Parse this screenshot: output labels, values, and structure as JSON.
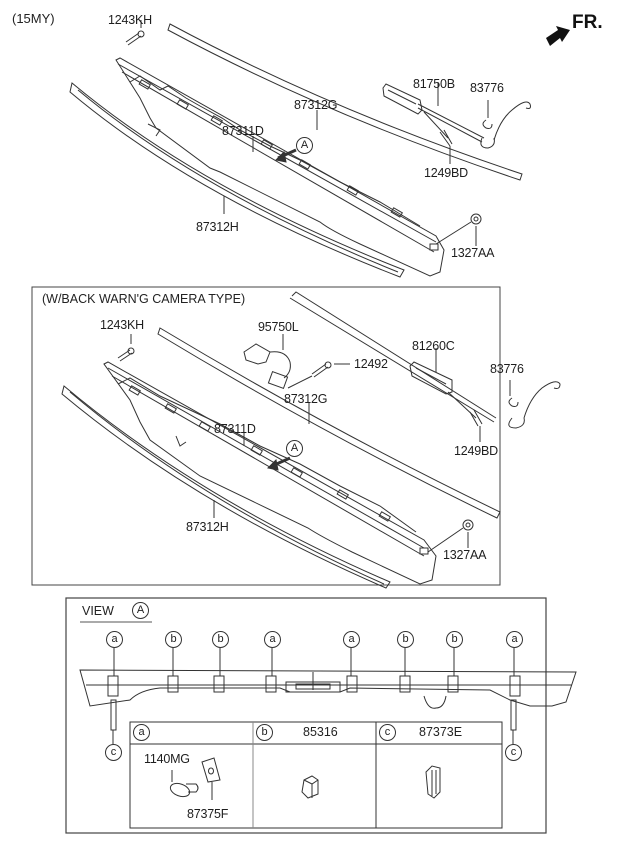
{
  "header": {
    "model_year": "(15MY)",
    "front_indicator": "FR."
  },
  "section_main": {
    "labels": {
      "screw": "1243KH",
      "molding_upper": "87312G",
      "garnish": "87311D",
      "molding_lower": "87312H",
      "license_lamp": "81750B",
      "grommet": "83776",
      "lamp_screw": "1249BD",
      "nut": "1327AA",
      "view_marker": "A"
    }
  },
  "section_camera": {
    "title": "(W/BACK WARN'G CAMERA TYPE)",
    "labels": {
      "screw": "1243KH",
      "camera": "95750L",
      "camera_screw": "12492",
      "molding_upper": "87312G",
      "license_lamp": "81260C",
      "grommet": "83776",
      "garnish": "87311D",
      "lamp_screw": "1249BD",
      "molding_lower": "87312H",
      "nut": "1327AA",
      "view_marker": "A"
    }
  },
  "view_a": {
    "title": "VIEW",
    "marker": "A",
    "clip_callouts": [
      "a",
      "b",
      "b",
      "a",
      "a",
      "b",
      "b",
      "a"
    ],
    "bottom_callouts": [
      "c",
      "c"
    ],
    "legend_table": [
      {
        "key": "a",
        "part": "",
        "sub_parts": [
          "1140MG",
          "87375F"
        ]
      },
      {
        "key": "b",
        "part": "85316",
        "sub_parts": []
      },
      {
        "key": "c",
        "part": "87373E",
        "sub_parts": []
      }
    ]
  }
}
